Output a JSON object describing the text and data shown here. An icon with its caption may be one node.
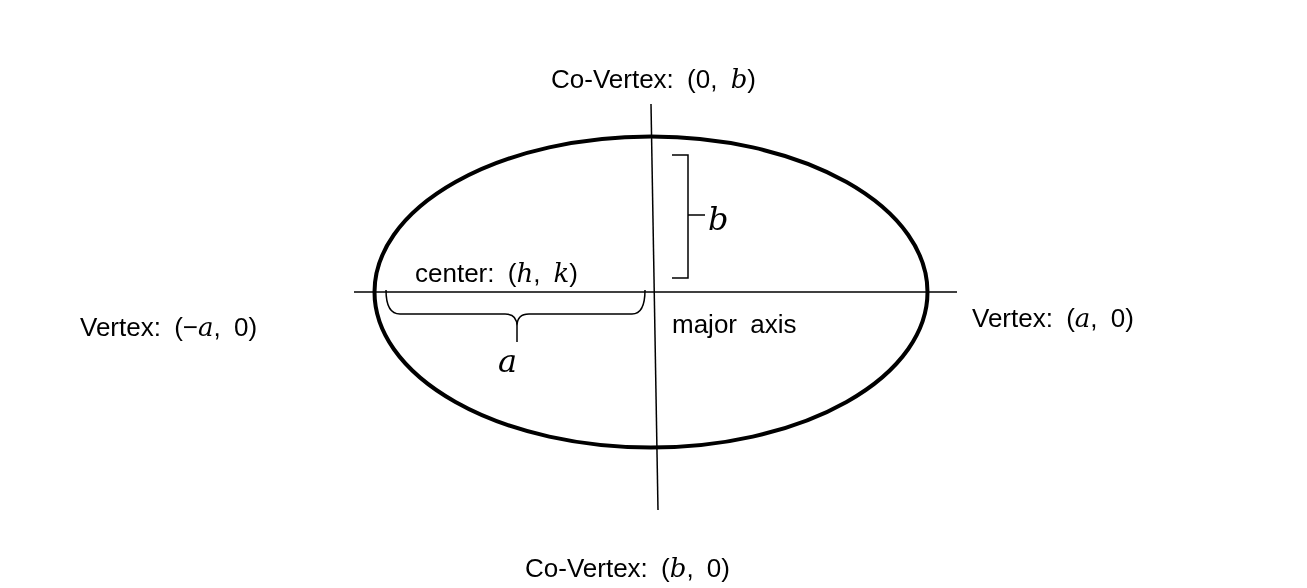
{
  "diagram": {
    "nodes": [
      {
        "text": [
          "center: (*h*, *k*)",
          "major axis"
        ]
      }
    ],
    "labels": [
      "Co-Vertex: (0, *b*)",
      "*b*",
      "Vertex: (−*a*, 0)",
      "*a*",
      "Vertex: (*a*, 0)",
      "Co-Vertex: (*b*, 0)"
    ]
  }
}
